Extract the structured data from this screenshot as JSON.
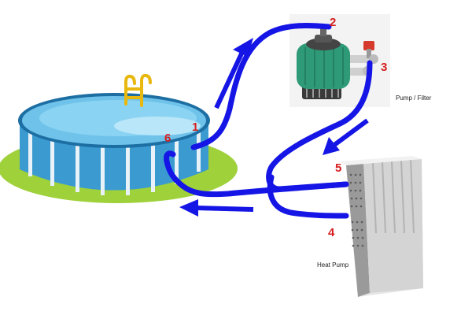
{
  "diagram": {
    "labels": {
      "pump_filter": "Pump / Filter",
      "heat_pump": "Heat Pump"
    },
    "connection_numbers": [
      "1",
      "2",
      "3",
      "4",
      "5",
      "6"
    ]
  },
  "colors": {
    "hose": "#1515e6",
    "arrow": "#1515e6",
    "number": "#d61f1f",
    "pool_water": "#6fc3ea",
    "pool_wall": "#2f8fc4",
    "grass": "#9fd13a",
    "filter_tank": "#2f9a78",
    "heat_pump_body": "#d9d9d9"
  },
  "icons": [
    "pool-icon",
    "ladder-icon",
    "pump-filter-icon",
    "heat-pump-icon"
  ]
}
